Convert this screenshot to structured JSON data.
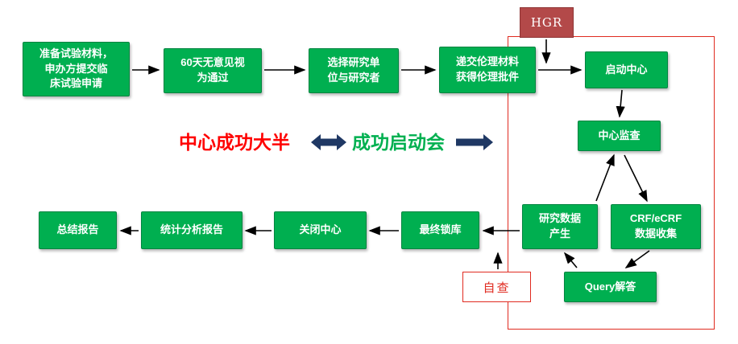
{
  "colors": {
    "node_green": "#00AF50",
    "node_green_border": "#008440",
    "hgr_bg": "#B34949",
    "hgr_border": "#8E3434",
    "frame_red": "#E02B20",
    "connector_black": "#000000",
    "accent_navy": "#1F3864",
    "caption_red": "#FF0000",
    "caption_green": "#00B050"
  },
  "nodes": {
    "prepare": {
      "label": "准备试验材料，\n申办方提交临\n床试验申请"
    },
    "sixty_days": {
      "label": "60天无意见视\n为通过"
    },
    "select_site": {
      "label": "选择研究单\n位与研究者"
    },
    "ethics": {
      "label": "递交伦理材料\n获得伦理批件"
    },
    "hgr": {
      "label": "HGR"
    },
    "start_center": {
      "label": "启动中心"
    },
    "monitor": {
      "label": "中心监查"
    },
    "data_gen": {
      "label": "研究数据\n产生"
    },
    "crf": {
      "label": "CRF/eCRF\n数据收集"
    },
    "query": {
      "label": "Query解答"
    },
    "self_check": {
      "label": "自查"
    },
    "lock": {
      "label": "最终锁库"
    },
    "close_center": {
      "label": "关闭中心"
    },
    "stats_report": {
      "label": "统计分析报告"
    },
    "final_report": {
      "label": "总结报告"
    }
  },
  "captions": {
    "center_success": "中心成功大半",
    "kickoff_meeting": "成功启动会"
  }
}
